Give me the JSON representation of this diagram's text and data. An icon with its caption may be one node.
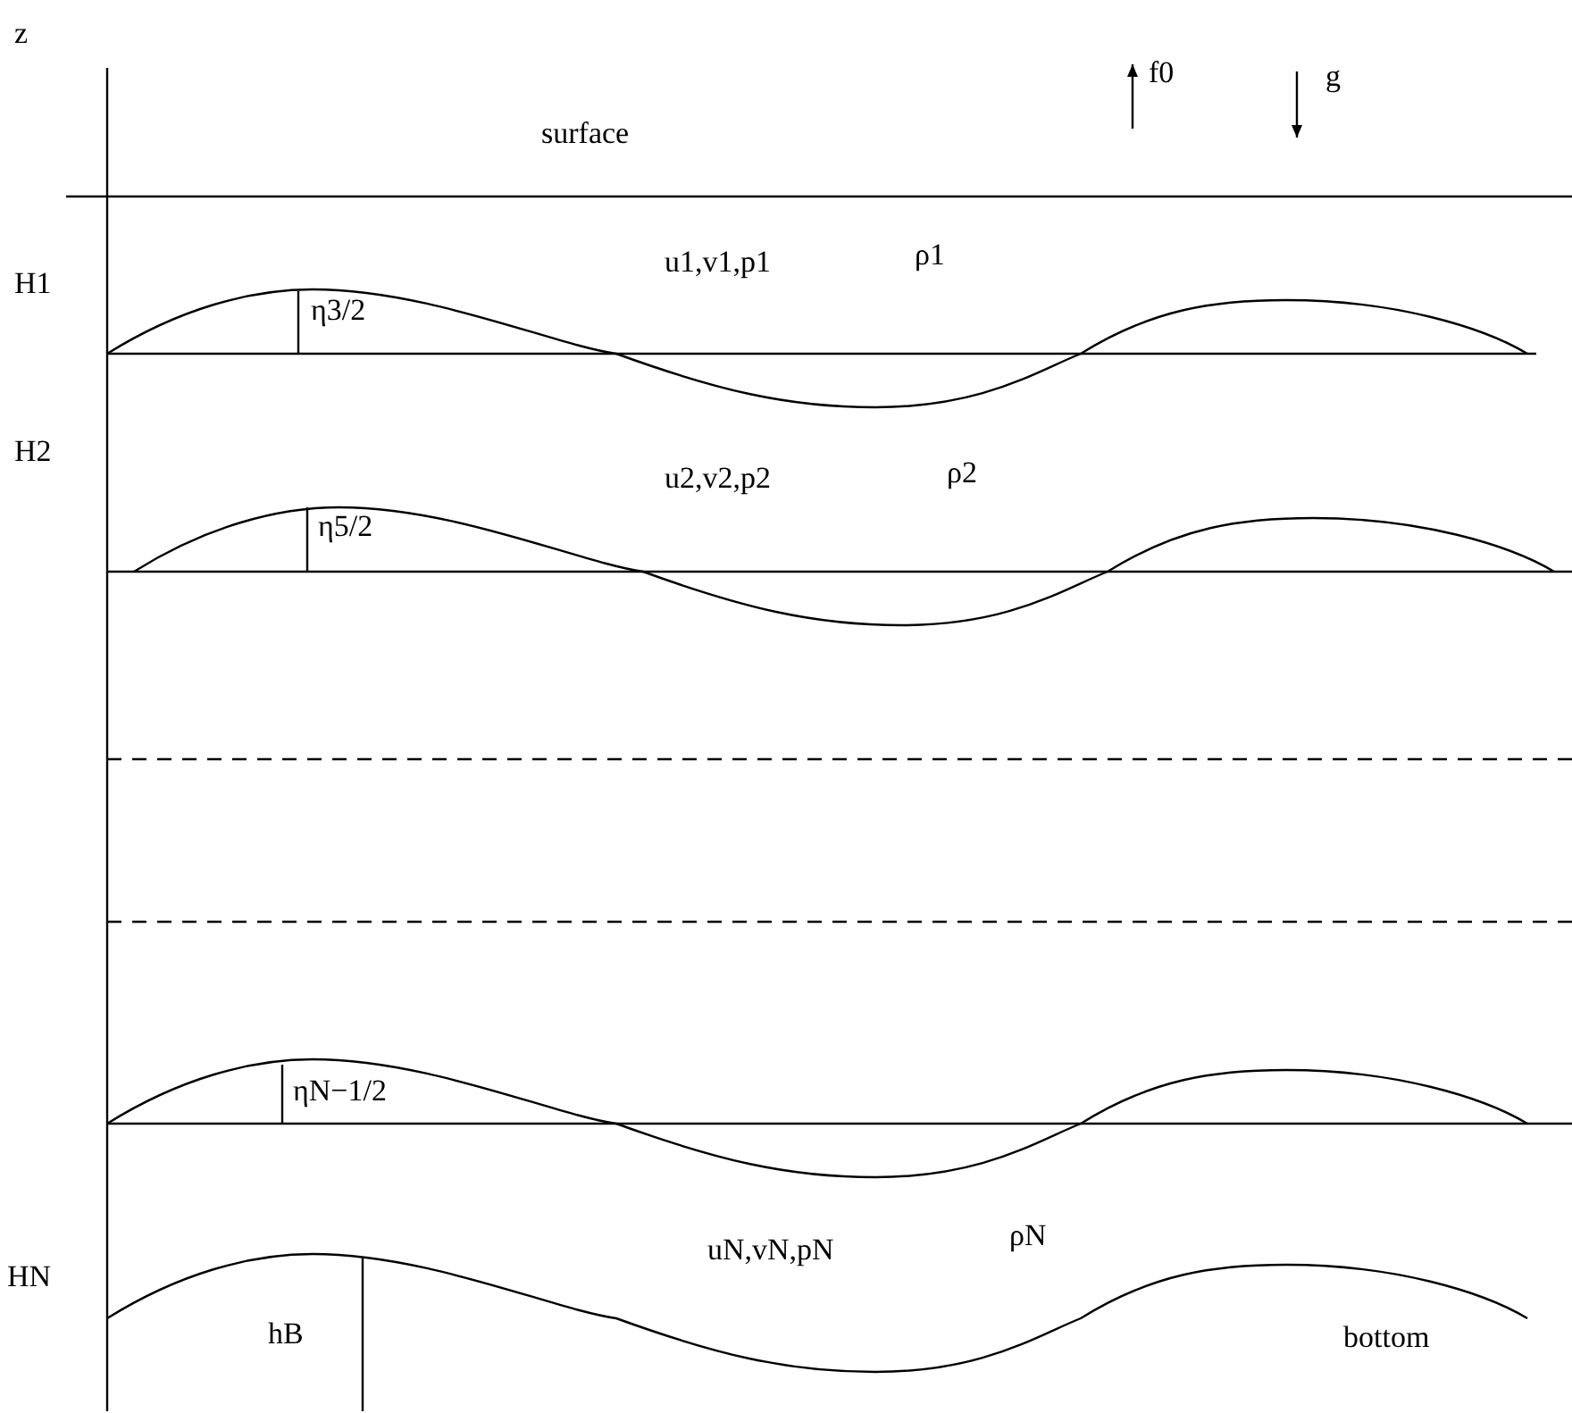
{
  "diagram": {
    "labels": [
      "z",
      "f0",
      "g",
      "surface",
      "H1",
      "u1,v1,p1",
      "ρ1",
      "η3/2",
      "H2",
      "u2,v2,p2",
      "ρ2",
      "η5/2",
      "ηN−1/2",
      "HN",
      "uN,vN,pN",
      "ρN",
      "hB",
      "bottom"
    ]
  }
}
